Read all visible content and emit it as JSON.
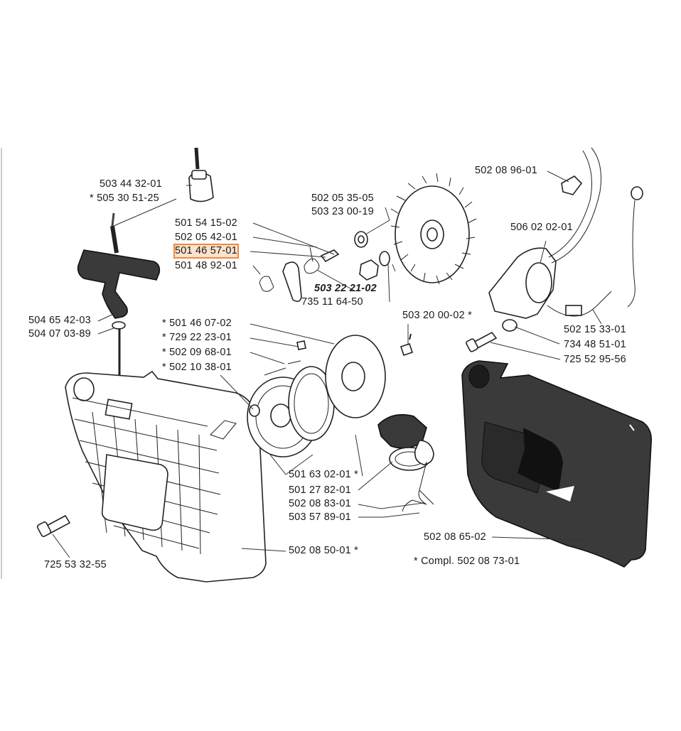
{
  "part_labels": {
    "p503443201": "503 44 32-01",
    "p505305125": "* 505 30 51-25",
    "p501541502": "501 54 15-02",
    "p502054201": "502 05 42-01",
    "p501465701": "501 46 57-01",
    "p501489201": "501 48 92-01",
    "p502053505": "502 05 35-05",
    "p503230019": "503 23 00-19",
    "p503222102": "503 22 21-02",
    "p735116450": "735 11 64-50",
    "p502089601": "502 08 96-01",
    "p506020201": "506 02 02-01",
    "p504654203": "504 65 42-03",
    "p504070389": "504 07 03-89",
    "p501460702": "* 501 46 07-02",
    "p729222301": "* 729 22 23-01",
    "p502096801": "* 502 09 68-01",
    "p502103801": "* 502 10 38-01",
    "p503200002": "503 20 00-02 *",
    "p502153301": "502 15 33-01",
    "p734485101": "734 48 51-01",
    "p725529556": "725 52 95-56",
    "p501630201": "501 63 02-01 *",
    "p501278201": "501 27 82-01",
    "p502088301": "502 08 83-01",
    "p503578901": "503 57 89-01",
    "p502086502": "502 08 65-02",
    "p502085001": "502 08 50-01 *",
    "p725533255": "725 53 32-55",
    "compl_note": "* Compl.  502 08 73-01"
  },
  "highlighted_part": "501 46 57-01",
  "colors": {
    "highlight_fill": "#fde2cc",
    "highlight_border": "#f08a3c",
    "ink": "#1a1a1a"
  }
}
